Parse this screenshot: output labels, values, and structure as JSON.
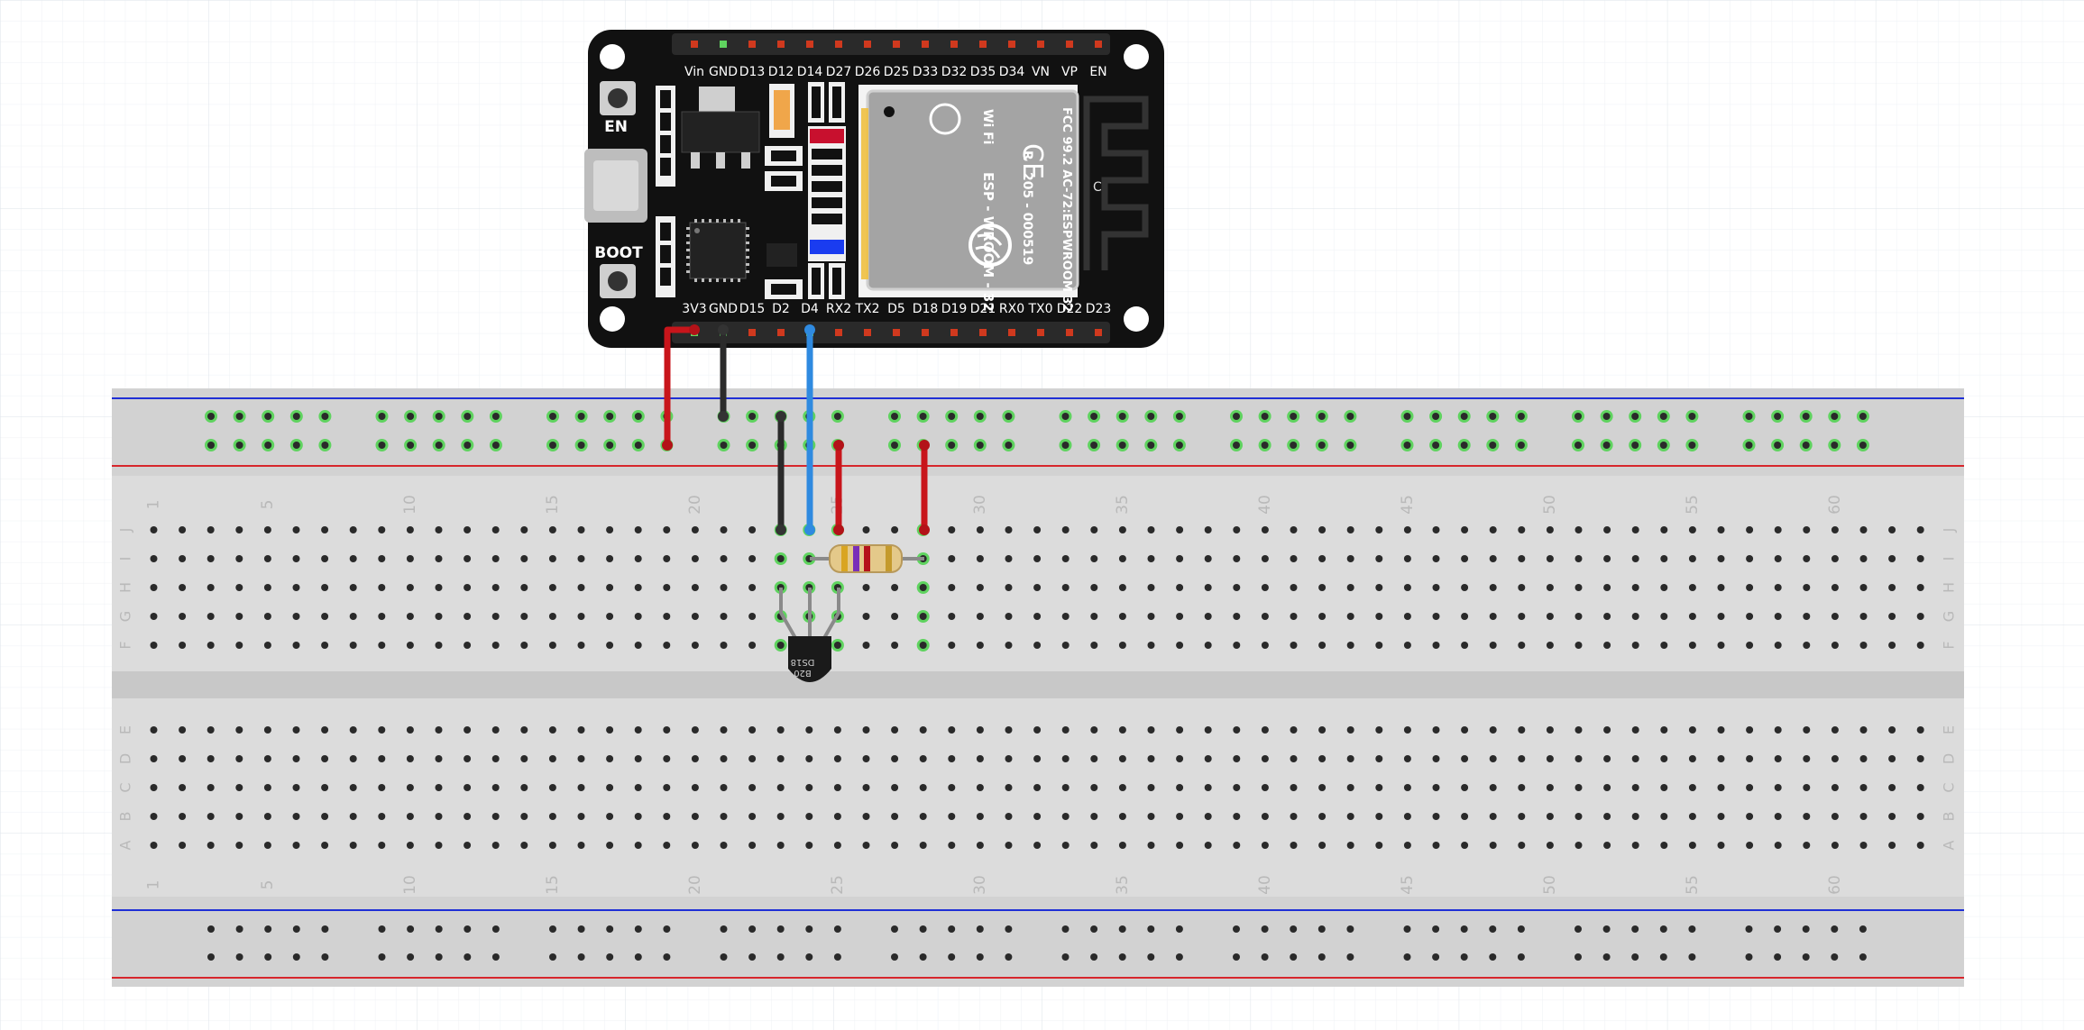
{
  "board": {
    "top_pins": [
      "Vin",
      "GND",
      "D13",
      "D12",
      "D14",
      "D27",
      "D26",
      "D25",
      "D33",
      "D32",
      "D35",
      "D34",
      "VN",
      "VP",
      "EN"
    ],
    "bottom_pins": [
      "3V3",
      "GND",
      "D15",
      "D2",
      "D4",
      "RX2",
      "TX2",
      "D5",
      "D18",
      "D19",
      "D21",
      "RX0",
      "TX0",
      "D22",
      "D23"
    ],
    "button_en": "EN",
    "button_boot": "BOOT",
    "module_name": "ESP - WROOM - 32",
    "module_fcc": "FCC 99.2 AC-72:ESPWROOM 32",
    "module_cert": "205 - 000519",
    "module_r": "R",
    "module_wifi": "Wi Fi",
    "module_ce": "CE",
    "module_c": "C"
  },
  "breadboard": {
    "column_numbers": [
      "1",
      "5",
      "10",
      "15",
      "20",
      "25",
      "30",
      "35",
      "40",
      "45",
      "50",
      "55",
      "60"
    ],
    "top_row_letters": [
      "J",
      "I",
      "H",
      "G",
      "F"
    ],
    "bottom_row_letters": [
      "E",
      "D",
      "C",
      "B",
      "A"
    ]
  },
  "sensor": {
    "label_1": "DS18",
    "label_2": "B20"
  },
  "colors": {
    "wire_red": "#c8151b",
    "wire_black": "#2b2b2b",
    "wire_blue": "#2f8ae0",
    "rail_blue": "#1f2fd6",
    "rail_red": "#d7262c",
    "active_hole": "#5fd35f",
    "board_black": "#111111"
  }
}
